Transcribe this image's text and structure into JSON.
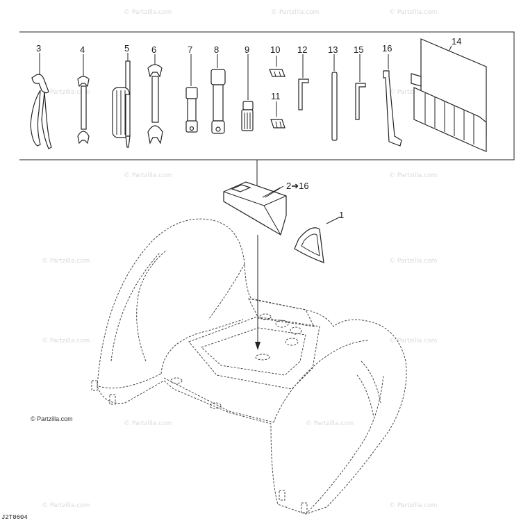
{
  "watermark": "© Partzilla.com",
  "copyright": "© Partzilla.com",
  "diagram_code": "J2T0604",
  "callouts": {
    "c1": "1",
    "c2": "2➔16",
    "c3": "3",
    "c4": "4",
    "c5": "5",
    "c6": "6",
    "c7": "7",
    "c8": "8",
    "c9": "9",
    "c10": "10",
    "c11": "11",
    "c12": "12",
    "c13": "13",
    "c14": "14",
    "c15": "15",
    "c16": "16"
  }
}
